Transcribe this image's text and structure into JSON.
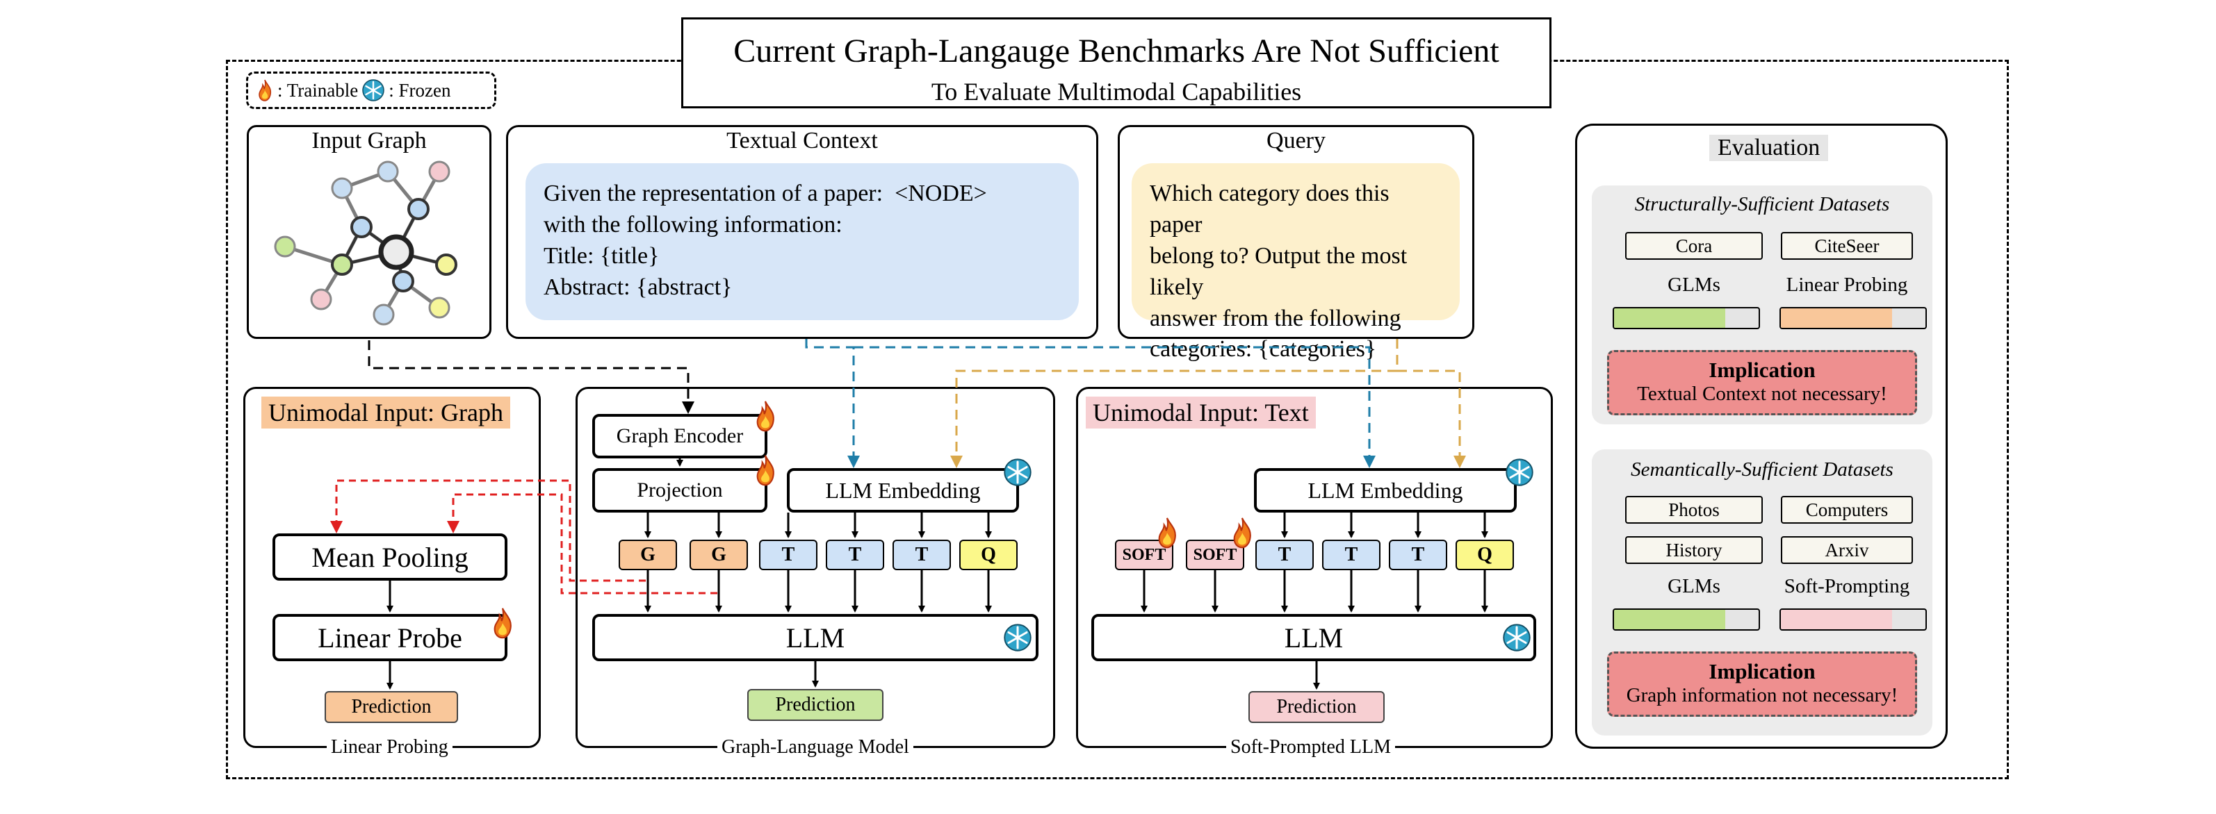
{
  "title": {
    "main": "Current Graph-Langauge Benchmarks Are Not Sufficient",
    "sub": "To Evaluate Multimodal Capabilities"
  },
  "legend": {
    "trainable": ": Trainable",
    "frozen": ": Frozen"
  },
  "input_graph": {
    "heading": "Input Graph"
  },
  "textual_context": {
    "heading": "Textual Context",
    "lines": [
      "Given the representation of a paper:  <NODE>",
      "with the following information:",
      "Title: {title}",
      "Abstract: {abstract}"
    ]
  },
  "query": {
    "heading": "Query",
    "lines": [
      "Which category does this paper",
      "belong to? Output the most likely",
      "answer from the following",
      "categories: {categories}"
    ]
  },
  "linear_probing": {
    "tag": "Unimodal Input: Graph",
    "mean_pooling": "Mean Pooling",
    "linear_probe": "Linear Probe",
    "prediction": "Prediction",
    "caption": "Linear Probing"
  },
  "glm": {
    "graph_encoder": "Graph Encoder",
    "projection": "Projection",
    "llm_embedding": "LLM Embedding",
    "tokens": [
      "G",
      "G",
      "T",
      "T",
      "T",
      "Q"
    ],
    "llm": "LLM",
    "prediction": "Prediction",
    "caption": "Graph-Language Model"
  },
  "soft_prompt": {
    "tag": "Unimodal Input: Text",
    "llm_embedding": "LLM Embedding",
    "tokens": [
      "SOFT",
      "SOFT",
      "T",
      "T",
      "T",
      "Q"
    ],
    "llm": "LLM",
    "prediction": "Prediction",
    "caption": "Soft-Prompted LLM"
  },
  "evaluation": {
    "heading": "Evaluation",
    "structural": {
      "title": "Structurally-Sufficient Datasets",
      "datasets": [
        "Cora",
        "CiteSeer"
      ],
      "bar_labels": [
        "GLMs",
        "Linear Probing"
      ],
      "bar_levels": [
        0.77,
        0.77
      ],
      "implication_title": "Implication",
      "implication_text": "Textual Context not necessary!"
    },
    "semantic": {
      "title": "Semantically-Sufficient Datasets",
      "datasets": [
        "Photos",
        "Computers",
        "History",
        "Arxiv"
      ],
      "bar_labels": [
        "GLMs",
        "Soft-Prompting"
      ],
      "bar_levels": [
        0.77,
        0.77
      ],
      "implication_title": "Implication",
      "implication_text": "Graph information not necessary!"
    }
  },
  "colors": {
    "graph_token": "#f9c79a",
    "text_token": "#cfe2f7",
    "query_token": "#fbf88a",
    "soft_token": "#f7cfd2",
    "context_bubble": "#d7e6f8",
    "query_bubble": "#fdf0cc",
    "glm_pred": "#c9e7a0",
    "red_arrow": "#e02020",
    "blue_arrow": "#1f7ea8",
    "gold_arrow": "#d9a84b"
  },
  "icons": [
    "fire-icon",
    "snowflake-icon"
  ]
}
